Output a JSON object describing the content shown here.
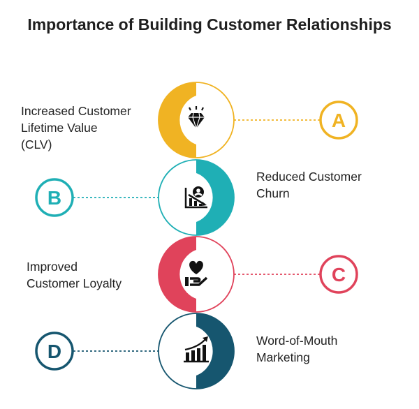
{
  "title": "Importance of Building Customer Relationships",
  "items": [
    {
      "letter": "A",
      "label": "Increased Customer Lifetime Value (CLV)",
      "label_lines": [
        "Increased Customer",
        "Lifetime Value",
        "(CLV)"
      ],
      "icon": "diamond-icon",
      "color": "#F0B323"
    },
    {
      "letter": "B",
      "label": "Reduced Customer Churn",
      "label_lines": [
        "Reduced Customer",
        "Churn"
      ],
      "icon": "customer-decline-chart-icon",
      "color": "#1FAFB5"
    },
    {
      "letter": "C",
      "label": "Improved Customer Loyalty",
      "label_lines": [
        "Improved",
        "Customer Loyalty"
      ],
      "icon": "heart-in-hand-icon",
      "color": "#E0435B"
    },
    {
      "letter": "D",
      "label": "Word-of-Mouth Marketing",
      "label_lines": [
        "Word-of-Mouth",
        "Marketing"
      ],
      "icon": "growth-chart-icon",
      "color": "#16566F"
    }
  ]
}
